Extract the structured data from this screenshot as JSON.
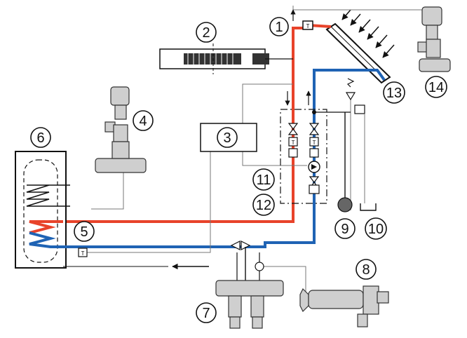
{
  "colors": {
    "hot_line": "#e8432a",
    "cold_line": "#1f63b4",
    "control_line": "#777777",
    "outline": "#111111"
  },
  "labels": {
    "n1": "1",
    "n2": "2",
    "n3": "3",
    "n4": "4",
    "n5": "5",
    "n6": "6",
    "n7": "7",
    "n8": "8",
    "n9": "9",
    "n10": "10",
    "n11": "11",
    "n12": "12",
    "n13": "13",
    "n14": "14"
  },
  "symbols": {
    "sensor_letter": "T"
  }
}
